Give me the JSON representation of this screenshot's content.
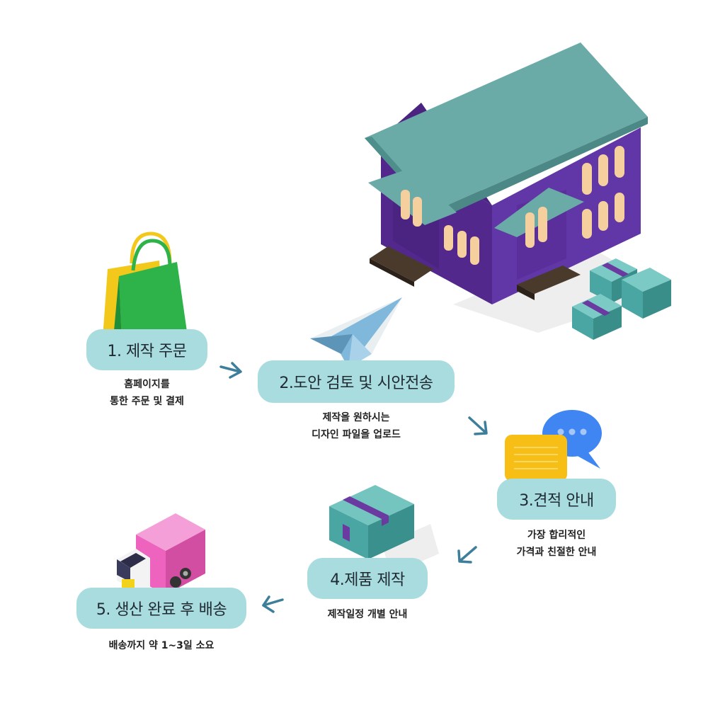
{
  "steps": [
    {
      "label": "1. 제작 주문",
      "desc": [
        "홈페이지를",
        "통한 주문 및 결제"
      ]
    },
    {
      "label": "2.도안 검토 및 시안전송",
      "desc": [
        "제작을 원하시는",
        "디자인 파일을 업로드"
      ]
    },
    {
      "label": "3.견적 안내",
      "desc": [
        "가장 합리적인",
        "가격과 친절한 안내"
      ]
    },
    {
      "label": "4.제품 제작",
      "desc": [
        "제작일정 개별 안내"
      ]
    },
    {
      "label": "5. 생산 완료 후 배송",
      "desc": [
        "배송까지 약 1~3일 소요"
      ]
    }
  ],
  "colors": {
    "pill": "#a8dcde",
    "arrow": "#3d7f9a",
    "roof": "#63a9a6",
    "house": "#5b2f99",
    "window": "#f6cf9f",
    "box": "#4aa6a2",
    "tape": "#6a3aa0",
    "bag_front": "#2db34a",
    "bag_back": "#f2c91a",
    "bubble_yellow": "#f7be16",
    "bubble_blue": "#3f86f2",
    "truck_cargo": "#ee63bd"
  }
}
